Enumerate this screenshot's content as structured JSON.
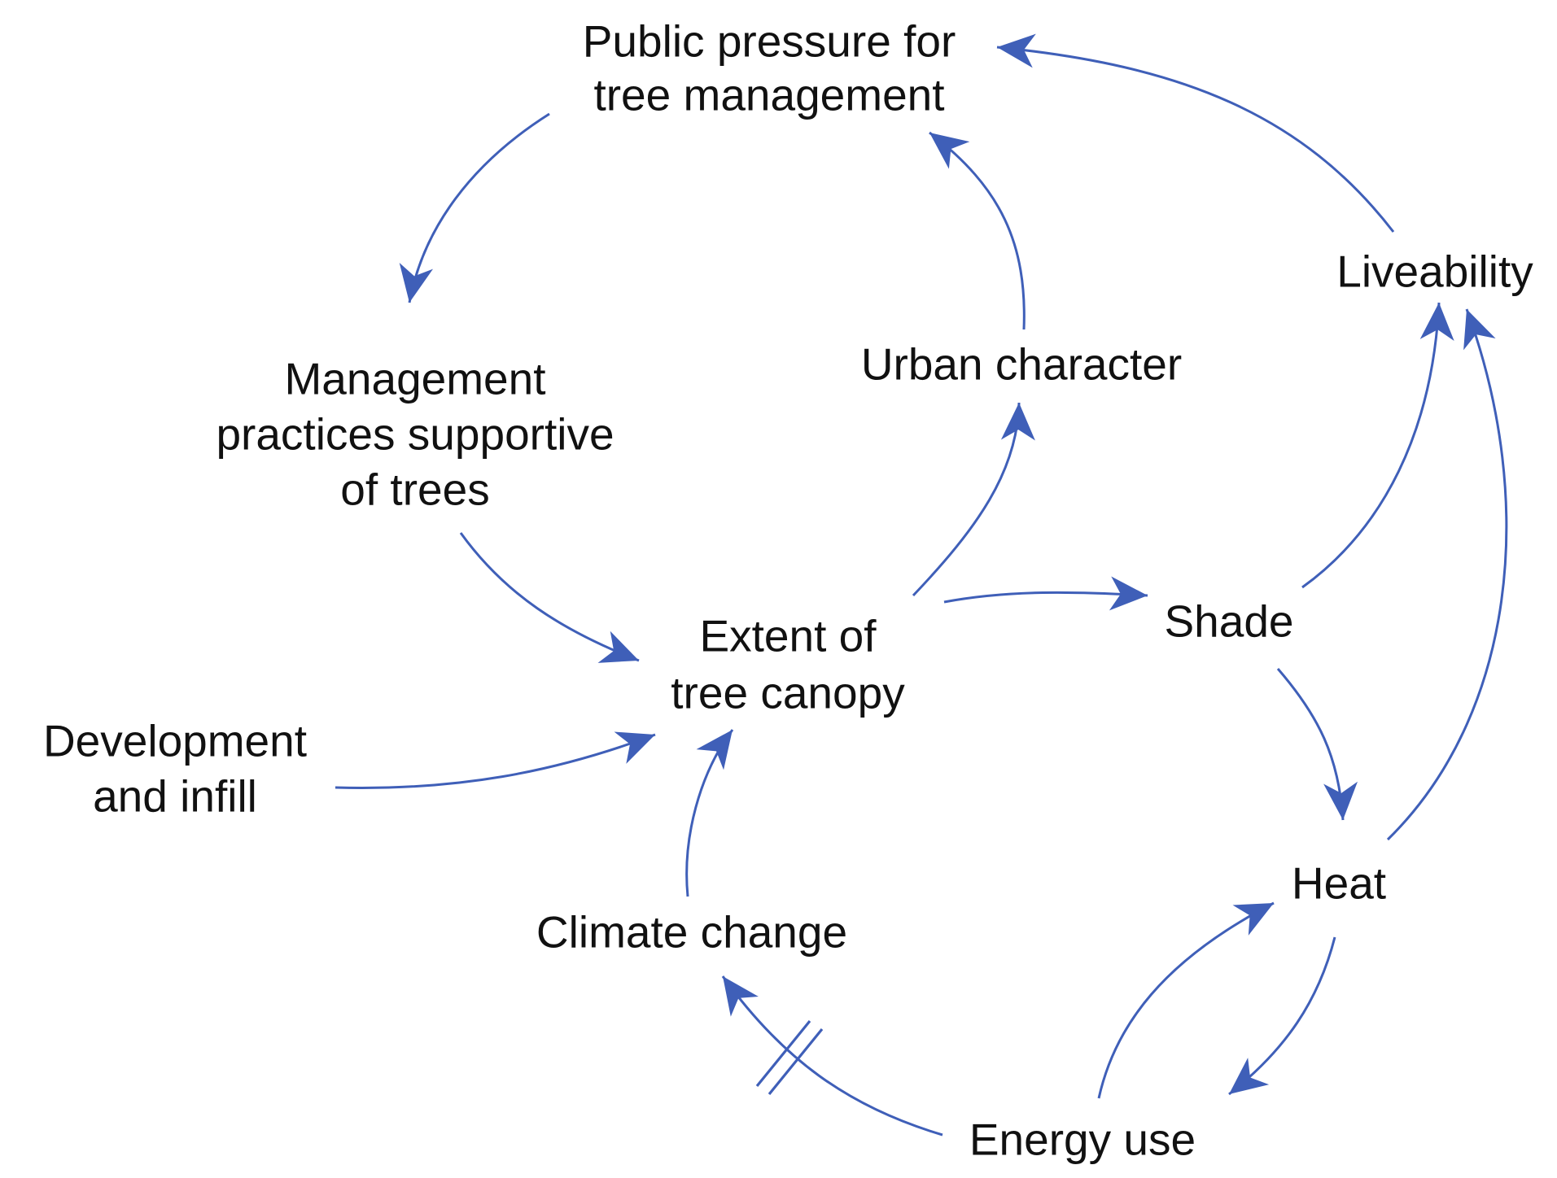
{
  "diagram_type": "causal-loop",
  "colors": {
    "edge": "#3f5fb8",
    "text": "#111111",
    "background": "#ffffff"
  },
  "nodes": {
    "public_pressure": {
      "lines": [
        "Public pressure for",
        "tree management"
      ]
    },
    "management_practices": {
      "lines": [
        "Management",
        "practices supportive",
        "of trees"
      ]
    },
    "urban_character": {
      "lines": [
        "Urban character"
      ]
    },
    "liveability": {
      "lines": [
        "Liveability"
      ]
    },
    "extent_of_tree_canopy": {
      "lines": [
        "Extent of",
        "tree canopy"
      ]
    },
    "shade": {
      "lines": [
        "Shade"
      ]
    },
    "development_and_infill": {
      "lines": [
        "Development",
        "and infill"
      ]
    },
    "heat": {
      "lines": [
        "Heat"
      ]
    },
    "climate_change": {
      "lines": [
        "Climate change"
      ]
    },
    "energy_use": {
      "lines": [
        "Energy use"
      ]
    }
  },
  "links": [
    {
      "from": "public_pressure",
      "to": "management_practices"
    },
    {
      "from": "management_practices",
      "to": "extent_of_tree_canopy"
    },
    {
      "from": "development_and_infill",
      "to": "extent_of_tree_canopy"
    },
    {
      "from": "climate_change",
      "to": "extent_of_tree_canopy"
    },
    {
      "from": "extent_of_tree_canopy",
      "to": "urban_character"
    },
    {
      "from": "urban_character",
      "to": "public_pressure"
    },
    {
      "from": "liveability",
      "to": "public_pressure"
    },
    {
      "from": "extent_of_tree_canopy",
      "to": "shade"
    },
    {
      "from": "shade",
      "to": "liveability"
    },
    {
      "from": "shade",
      "to": "heat"
    },
    {
      "from": "heat",
      "to": "liveability"
    },
    {
      "from": "heat",
      "to": "energy_use"
    },
    {
      "from": "energy_use",
      "to": "heat"
    },
    {
      "from": "energy_use",
      "to": "climate_change",
      "delay": true
    }
  ]
}
